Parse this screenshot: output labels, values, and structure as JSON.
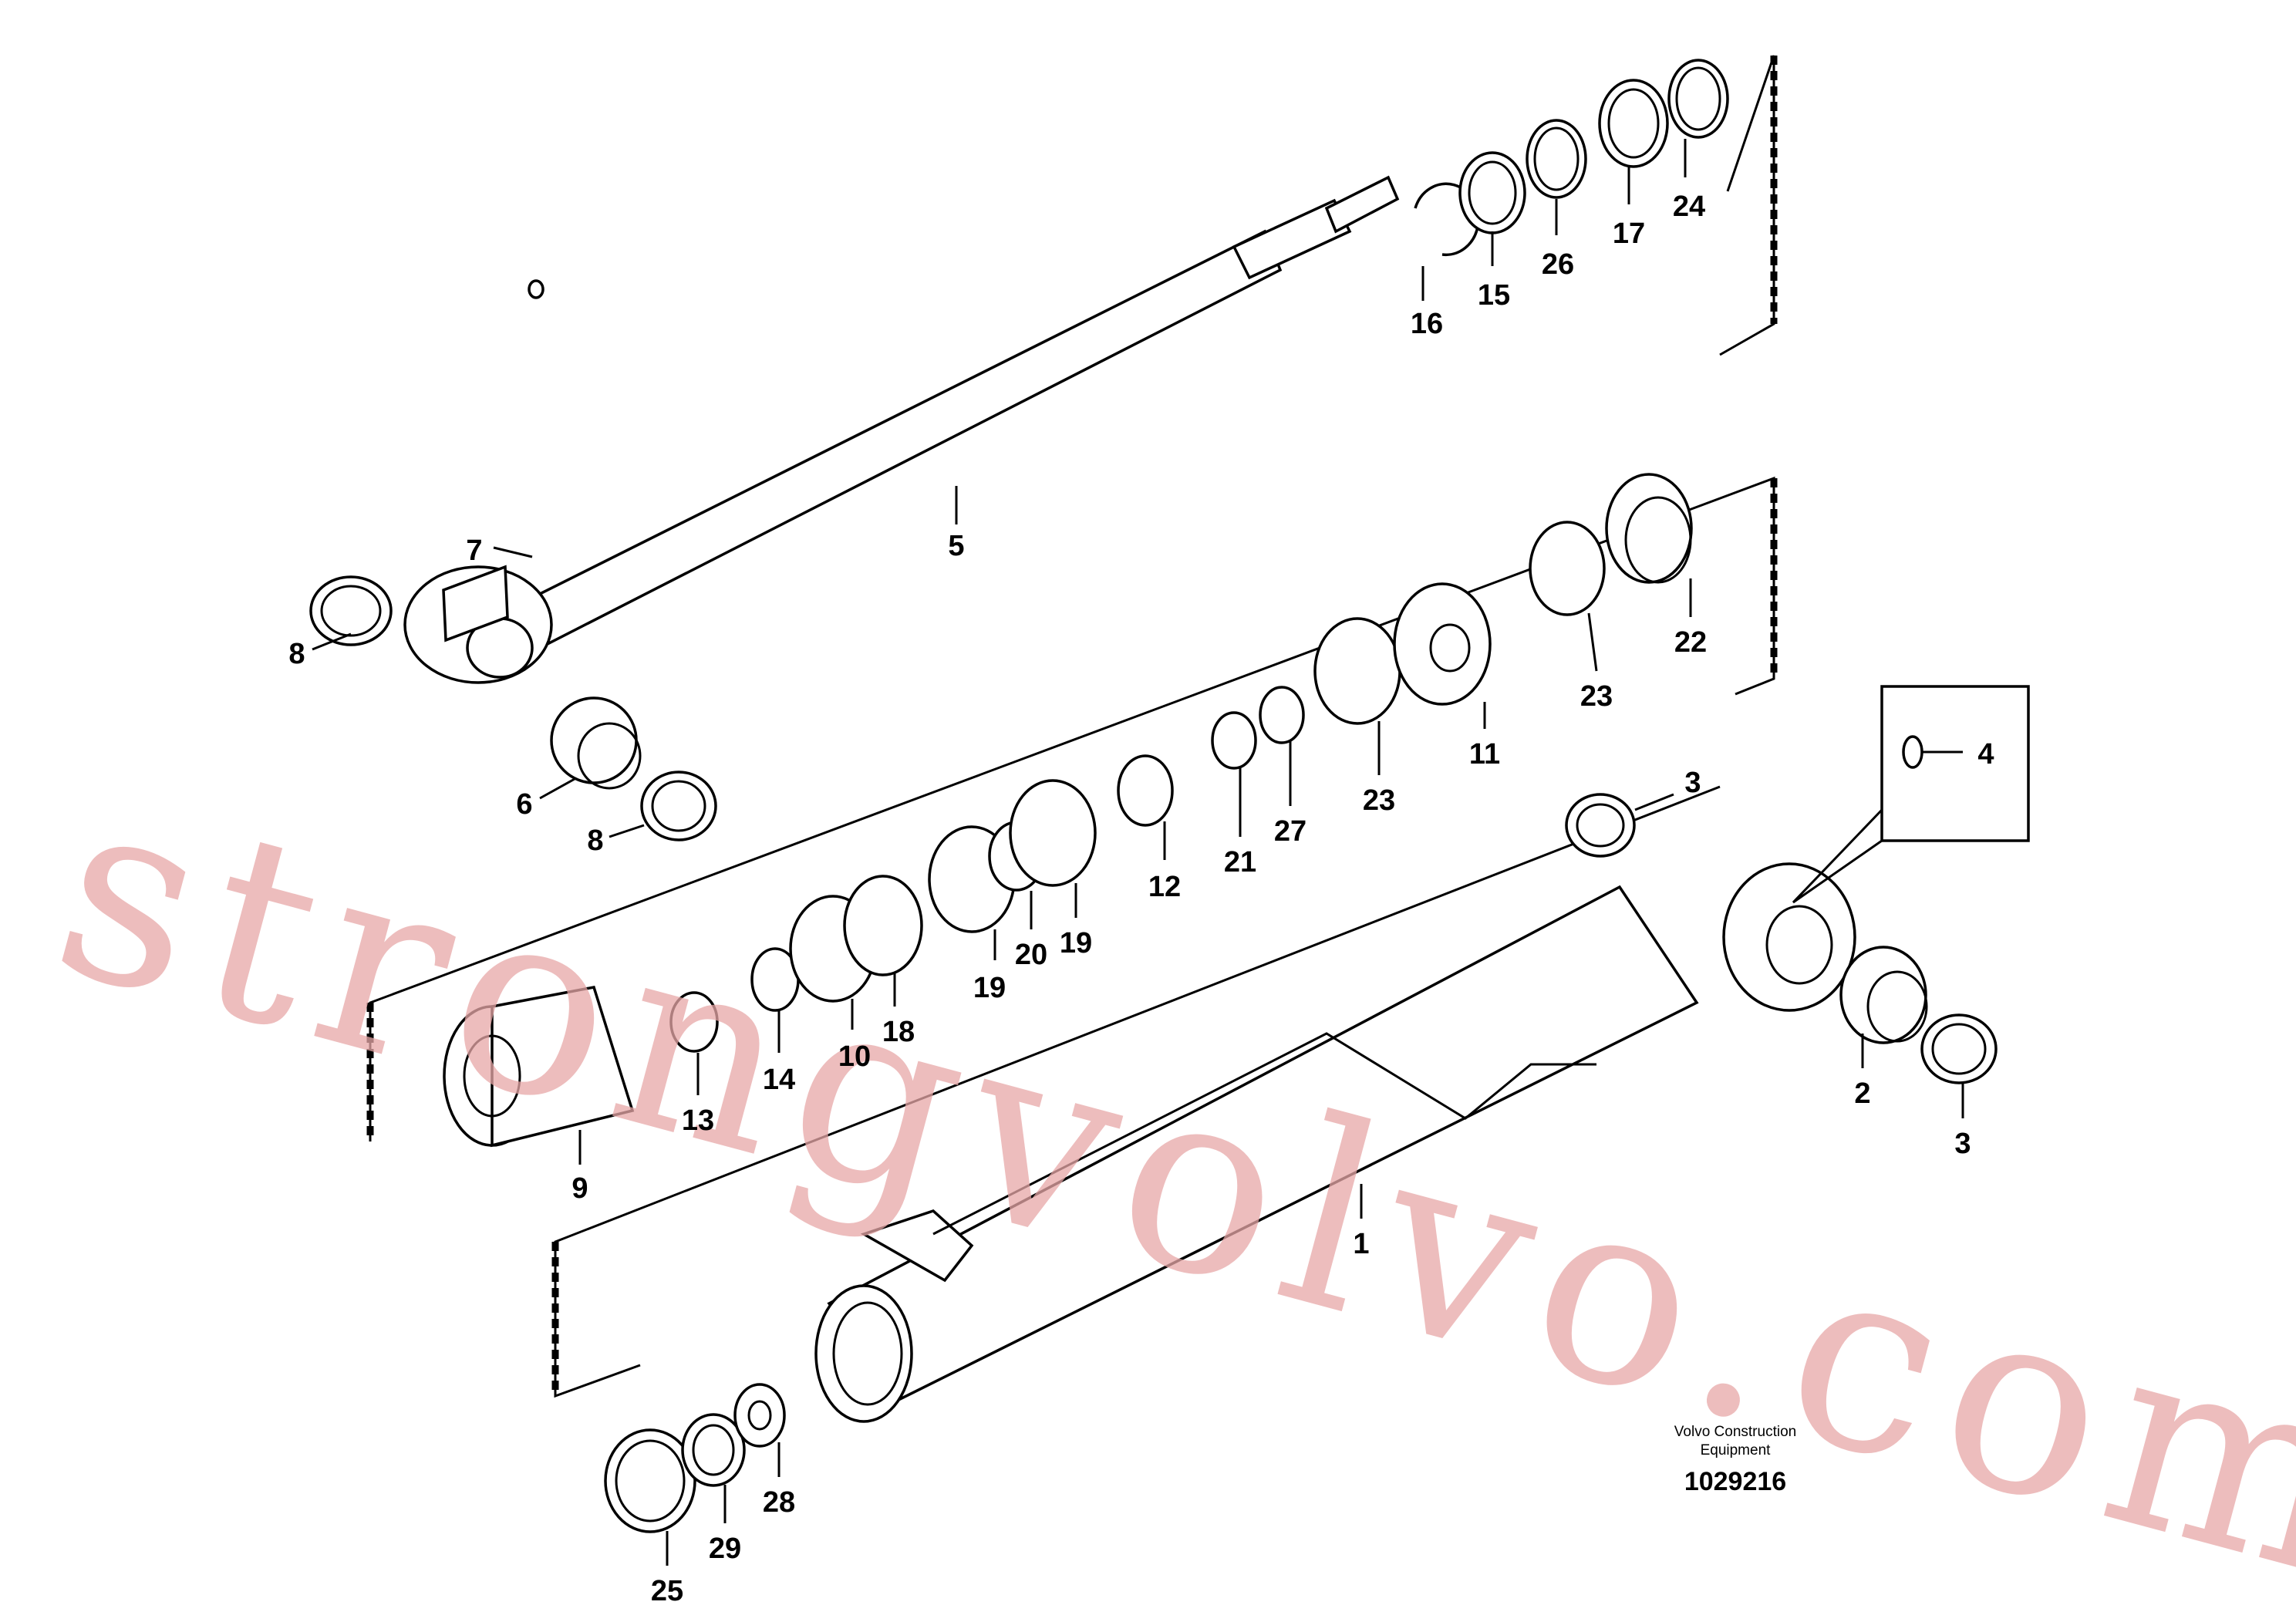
{
  "watermark": "strongvolvo.com",
  "footer": {
    "line1": "Volvo Construction",
    "line2": "Equipment",
    "drawing_number": "1029216"
  },
  "callouts": {
    "c1": "1",
    "c2": "2",
    "c3a": "3",
    "c3b": "3",
    "c4": "4",
    "c5": "5",
    "c6": "6",
    "c7": "7",
    "c8a": "8",
    "c8b": "8",
    "c9": "9",
    "c10": "10",
    "c11": "11",
    "c12": "12",
    "c13": "13",
    "c14": "14",
    "c15": "15",
    "c16": "16",
    "c17": "17",
    "c18": "18",
    "c19a": "19",
    "c19b": "19",
    "c20": "20",
    "c21": "21",
    "c22": "22",
    "c23a": "23",
    "c23b": "23",
    "c24": "24",
    "c25": "25",
    "c26": "26",
    "c27": "27",
    "c28": "28",
    "c29": "29"
  },
  "colors": {
    "line": "#000000",
    "watermark": "#e7a7a7",
    "background": "#ffffff"
  }
}
